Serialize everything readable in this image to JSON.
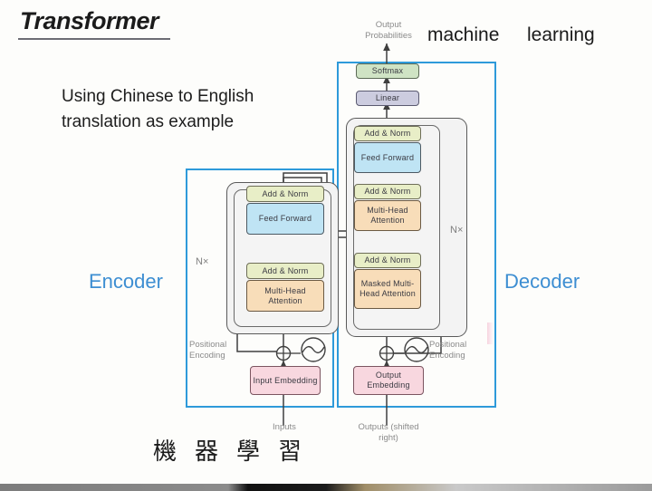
{
  "slide": {
    "title": "Transformer",
    "subtitle": "Using Chinese to English translation as example",
    "output_words": [
      {
        "text": "machine"
      },
      {
        "text": "learning"
      }
    ],
    "input_tokens": [
      {
        "text": "機"
      },
      {
        "text": "器"
      },
      {
        "text": "學"
      },
      {
        "text": "習"
      }
    ]
  },
  "encoder": {
    "label": "Encoder",
    "repeat_label": "N×",
    "positional_encoding_label": "Positional Encoding",
    "input_caption": "Inputs",
    "blocks": {
      "embedding": "Input Embedding",
      "attention": "Multi-Head Attention",
      "addnorm_attention": "Add & Norm",
      "feedforward": "Feed Forward",
      "addnorm_feedforward": "Add & Norm"
    }
  },
  "decoder": {
    "label": "Decoder",
    "repeat_label": "N×",
    "positional_encoding_label": "Positional Encoding",
    "input_caption": "Outputs (shifted right)",
    "output_caption": "Output Probabilities",
    "blocks": {
      "embedding": "Output Embedding",
      "masked_attention": "Masked Multi-Head Attention",
      "addnorm_masked": "Add & Norm",
      "cross_attention": "Multi-Head Attention",
      "addnorm_cross": "Add & Norm",
      "feedforward": "Feed Forward",
      "addnorm_feedforward": "Add & Norm",
      "linear": "Linear",
      "softmax": "Softmax"
    }
  },
  "colors": {
    "group_border": "#2e9ada",
    "label_blue": "#3d8ed2",
    "addnorm": "#e8eec7",
    "feed_forward": "#bfe4f4",
    "attention": "#f8ddb9",
    "embedding": "#f8d7df",
    "softmax": "#cfe3c4",
    "linear": "#ccccdf",
    "caption_grey": "#8b8b8b",
    "background": "#fdfdfb"
  }
}
